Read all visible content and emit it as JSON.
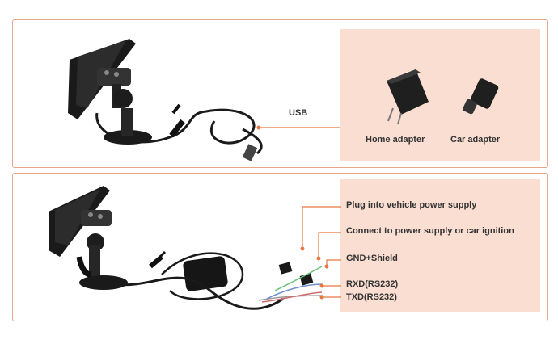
{
  "usb_connection": {
    "label": "USB",
    "adapters": [
      "Home adapter",
      "Car adapter"
    ]
  },
  "serial_connection": {
    "wire_labels": [
      "Plug into vehicle power supply",
      "Connect to power supply or car ignition",
      "GND+Shield",
      "RXD(RS232)",
      "TXD(RS232)"
    ]
  },
  "colors": {
    "frame": "#e9a58a",
    "tint": "#f9ded1",
    "leader": "#e8773f",
    "device": "#1f1f1f"
  }
}
